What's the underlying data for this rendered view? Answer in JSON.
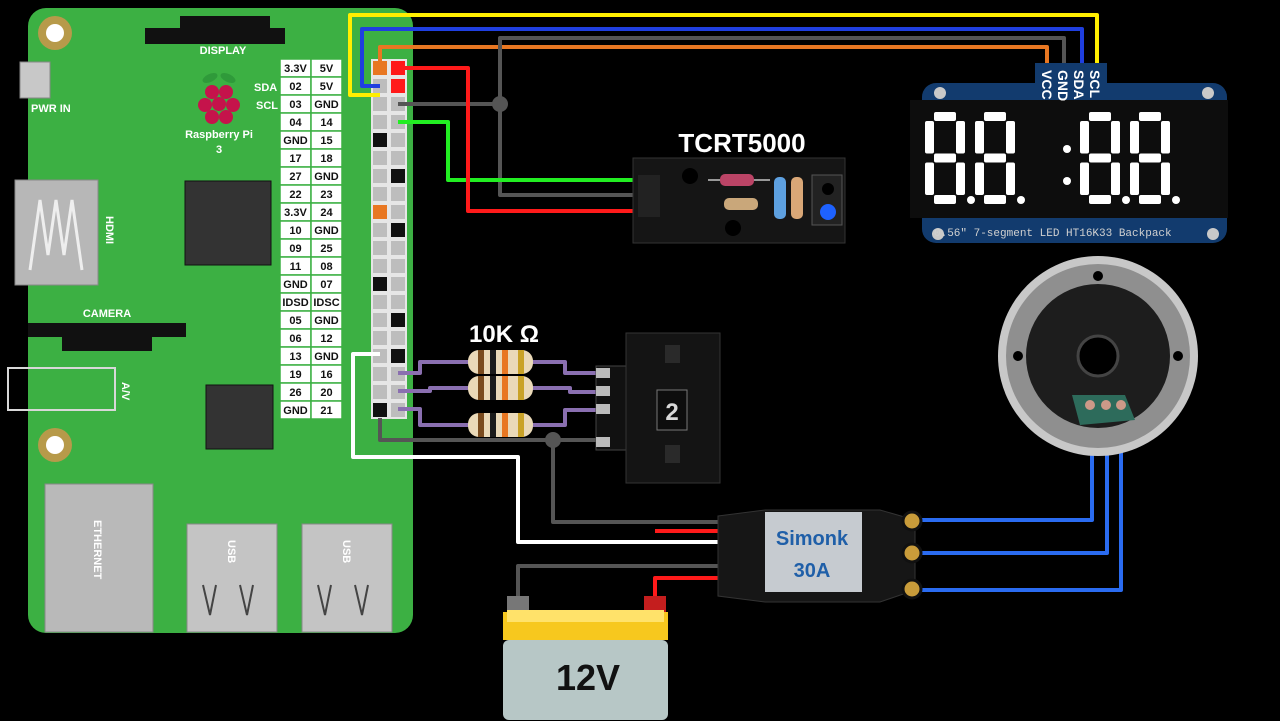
{
  "board": {
    "name_line1": "Raspberry Pi",
    "name_line2": "3",
    "display_label": "DISPLAY",
    "pwr_label": "PWR IN",
    "hdmi_label": "HDMI",
    "camera_label": "CAMERA",
    "av_label": "A/V",
    "ethernet_label": "ETHERNET",
    "usb_label": "USB",
    "sda_label": "SDA",
    "scl_label": "SCL",
    "color": "#3cb043"
  },
  "header_pins": {
    "left": [
      "3.3V",
      "02",
      "03",
      "04",
      "GND",
      "17",
      "27",
      "22",
      "3.3V",
      "10",
      "09",
      "11",
      "GND",
      "IDSD",
      "05",
      "06",
      "13",
      "19",
      "26",
      "GND"
    ],
    "right": [
      "5V",
      "5V",
      "GND",
      "14",
      "15",
      "18",
      "GND",
      "23",
      "24",
      "GND",
      "25",
      "08",
      "07",
      "IDSC",
      "GND",
      "12",
      "GND",
      "16",
      "20",
      "21"
    ]
  },
  "sensor": {
    "title": "TCRT5000"
  },
  "display": {
    "digits": "8888",
    "caption": "0.56\" 7-segment LED HT16K33 Backpack",
    "pins": [
      "VCC",
      "GND",
      "SDA",
      "SCL"
    ]
  },
  "resistor": {
    "label": "10K Ω"
  },
  "connector": {
    "label": "2"
  },
  "esc": {
    "line1": "Simonk",
    "line2": "30A"
  },
  "battery": {
    "label": "12V"
  },
  "colors": {
    "vcc_wire": "#e87722",
    "gnd_wire": "#555555",
    "sda_wire": "#1f3fe0",
    "scl_wire": "#ffee00",
    "sensor_power": "#ff1a1a",
    "sensor_signal": "#22ee22",
    "resistor_wire": "#8a6fb0",
    "signal_wire": "#ffffff",
    "motor_wire": "#2a6bf0",
    "esc_label": "#1f5fa8"
  }
}
